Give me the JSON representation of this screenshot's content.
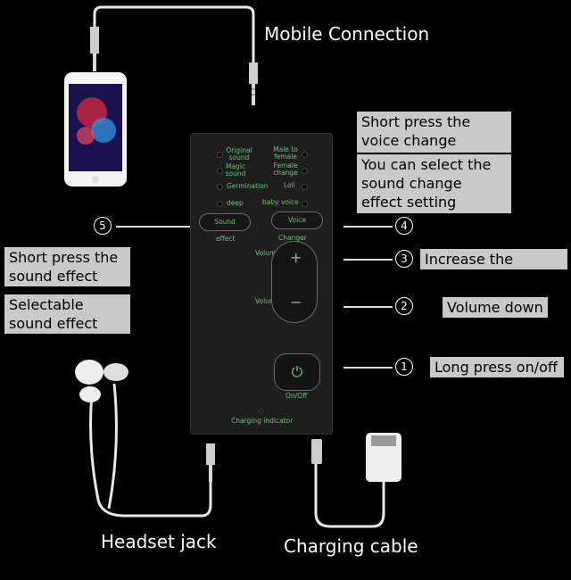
{
  "labels": {
    "mobile_connection": "Mobile Connection",
    "headset_jack": "Headset jack",
    "charging_cable": "Charging cable"
  },
  "callouts": {
    "voice_change_press": "Short press the voice change button",
    "select_effect": "You can select the sound change effect setting",
    "increase_volume": "Increase the volume",
    "volume_down": "Volume down",
    "long_press": "Long press on/off",
    "sound_effect_key": "Short press the sound effect key",
    "selectable_effect": "Selectable sound effect settings"
  },
  "numbers": {
    "n5": "5",
    "n4": "4",
    "n3": "3",
    "n2": "2",
    "n1": "1"
  },
  "device": {
    "original_sound": "Original sound",
    "male_to_female": "Male to female",
    "magic_sound": "Magic sound",
    "female_change": "Female change",
    "germination": "Germination",
    "loli": "Loli",
    "deep": "deep",
    "baby_voice": "baby voice",
    "sound_btn": "Sound",
    "effect": "effect",
    "voice_btn": "Voice",
    "changer": "Changer",
    "volume_up_label": "Volume",
    "volume_down_label": "Volume",
    "plus": "+",
    "minus": "−",
    "power_icon": "⏻",
    "on_off": "On/Off",
    "charging_indicator": "Charging indicator"
  },
  "colors": {
    "background": "#000000",
    "callout_bg": "#c9c9c9",
    "device_text": "#6fbf7b"
  }
}
